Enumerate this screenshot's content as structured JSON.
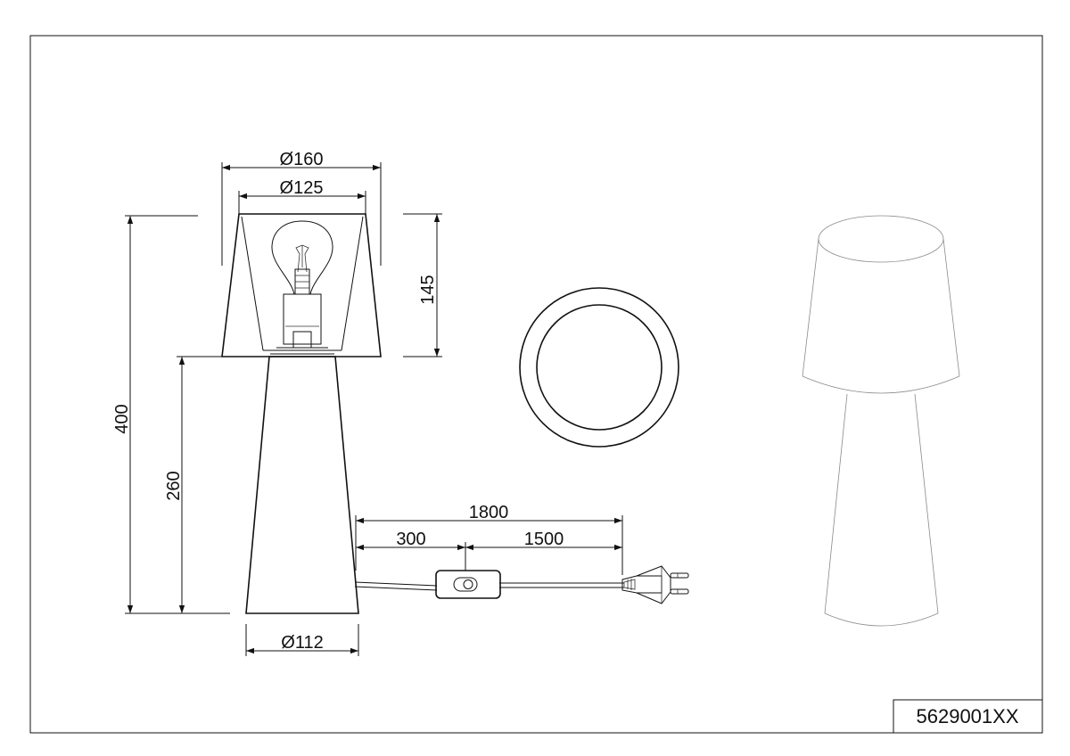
{
  "dimensions": {
    "shade_outer_diameter": "Ø160",
    "shade_inner_diameter": "Ø125",
    "shade_height": "145",
    "total_height": "400",
    "base_height": "260",
    "base_diameter": "Ø112",
    "cable_total": "1800",
    "cable_to_switch": "300",
    "cable_switch_to_plug": "1500"
  },
  "product_code": "5629001XX",
  "icons": {
    "front_view": "lamp-front-view-icon",
    "top_view": "lamp-top-view-icon",
    "perspective_view": "lamp-perspective-view-icon",
    "switch": "inline-switch-icon",
    "plug": "euro-plug-icon",
    "bulb": "light-bulb-icon"
  }
}
